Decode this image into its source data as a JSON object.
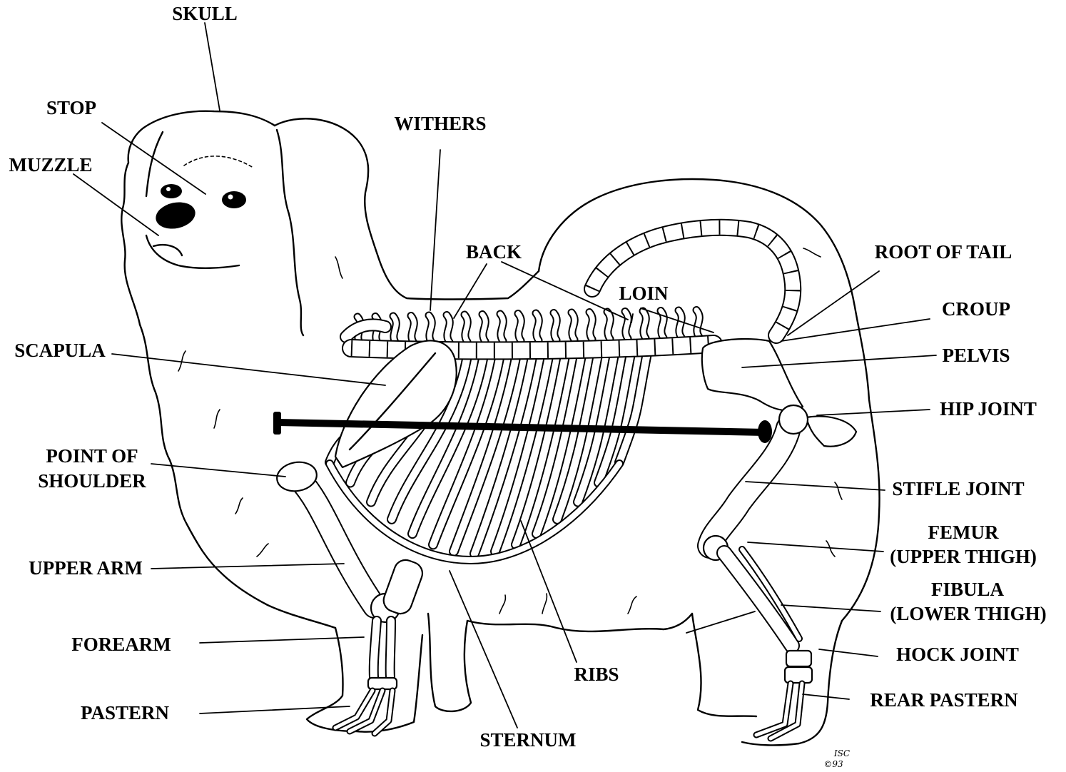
{
  "labels": {
    "skull": "SKULL",
    "stop": "STOP",
    "muzzle": "MUZZLE",
    "withers": "WITHERS",
    "back": "BACK",
    "loin": "LOIN",
    "root_of_tail": "ROOT OF TAIL",
    "croup": "CROUP",
    "pelvis": "PELVIS",
    "hip_joint": "HIP JOINT",
    "scapula": "SCAPULA",
    "point_of_shoulder": [
      "POINT OF",
      "SHOULDER"
    ],
    "stifle_joint": "STIFLE JOINT",
    "femur": [
      "FEMUR",
      "(UPPER THIGH)"
    ],
    "fibula": [
      "FIBULA",
      "(LOWER THIGH)"
    ],
    "upper_arm": "UPPER ARM",
    "forearm": "FOREARM",
    "pastern": "PASTERN",
    "sternum": "STERNUM",
    "ribs": "RIBS",
    "hock_joint": "HOCK JOINT",
    "rear_pastern": "REAR PASTERN"
  },
  "signature": [
    "ISC",
    "©93"
  ],
  "colors": {
    "ink": "#000000",
    "background": "#ffffff"
  }
}
